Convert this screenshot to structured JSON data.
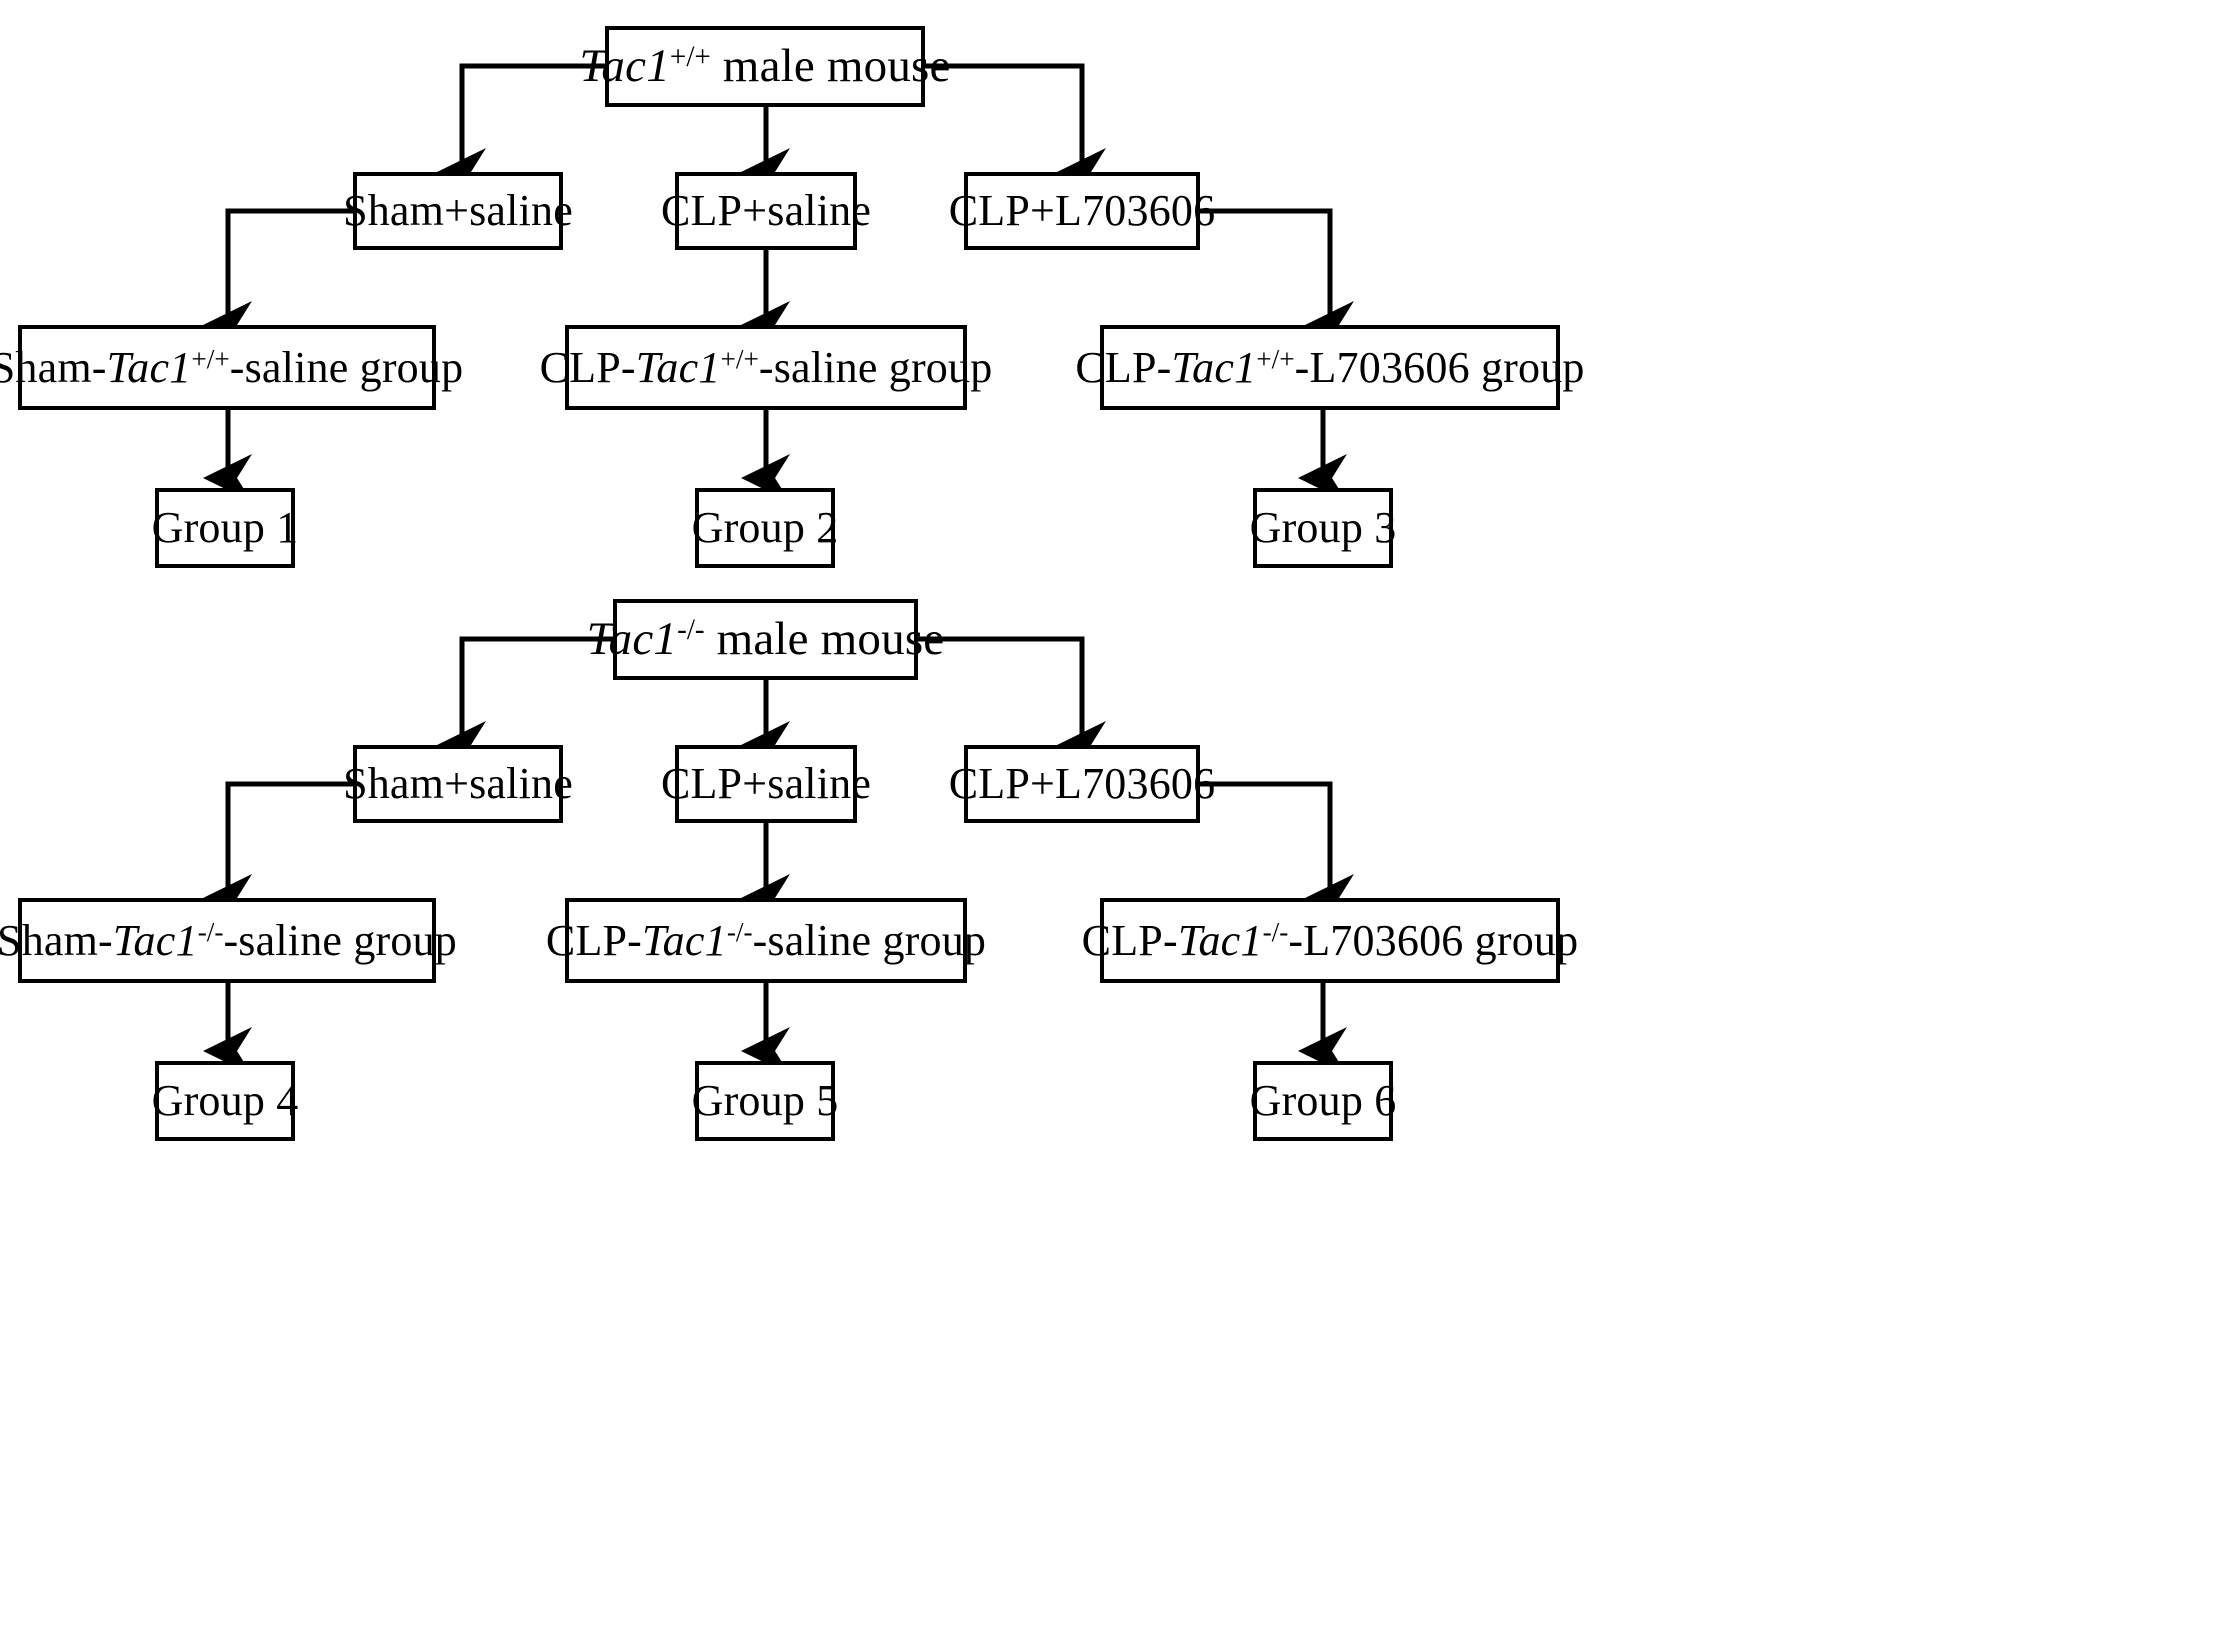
{
  "diagram": {
    "type": "flowchart",
    "title_present": false,
    "line_color": "#000000",
    "box_fill": "#ffffff",
    "branches": [
      {
        "id": "wt",
        "root": {
          "prefix": "Tac1",
          "sup": "+/+",
          "suffix": " male mouse"
        },
        "treatments": [
          "Sham+saline",
          "CLP+saline",
          "CLP+L703606"
        ],
        "groups_labels": [
          {
            "pre": "Sham-",
            "gene": "Tac1",
            "sup": "+/+",
            "post": "-saline group"
          },
          {
            "pre": "CLP-",
            "gene": "Tac1",
            "sup": "+/+",
            "post": "-saline group"
          },
          {
            "pre": "CLP-",
            "gene": "Tac1",
            "sup": "+/+",
            "post": "-L703606 group"
          }
        ],
        "group_names": [
          "Group 1",
          "Group 2",
          "Group 3"
        ]
      },
      {
        "id": "ko",
        "root": {
          "prefix": "Tac1",
          "sup": "-/-",
          "suffix": " male mouse"
        },
        "treatments": [
          "Sham+saline",
          "CLP+saline",
          "CLP+L703606"
        ],
        "groups_labels": [
          {
            "pre": "Sham-",
            "gene": "Tac1",
            "sup": "-/-",
            "post": "-saline group"
          },
          {
            "pre": "CLP-",
            "gene": "Tac1",
            "sup": "-/-",
            "post": "-saline group"
          },
          {
            "pre": "CLP-",
            "gene": "Tac1",
            "sup": "-/-",
            "post": "-L703606 group"
          }
        ],
        "group_names": [
          "Group 4",
          "Group 5",
          "Group 6"
        ]
      }
    ]
  }
}
